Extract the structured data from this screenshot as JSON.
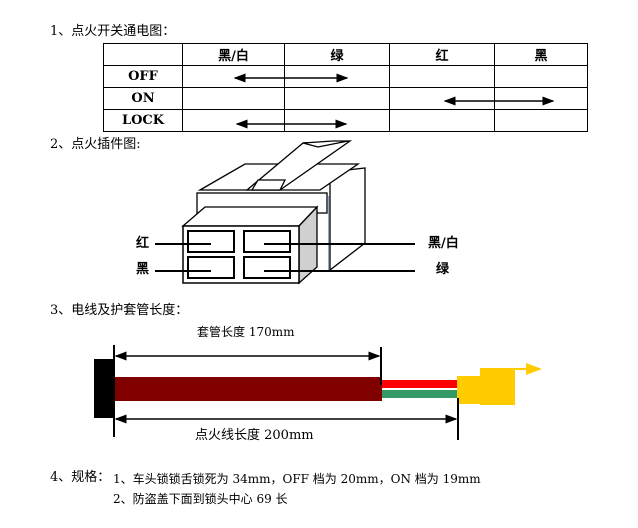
{
  "section1": {
    "heading": "1、点火开关通电图：",
    "columns": [
      "",
      "黑/白",
      "绿",
      "红",
      "黑"
    ],
    "rows": [
      "OFF",
      "ON",
      "LOCK"
    ]
  },
  "section2": {
    "heading": "2、点火插件图:",
    "labels": {
      "red": "红",
      "black": "黑",
      "black_white": "黑/白",
      "green": "绿"
    }
  },
  "section3": {
    "heading": "3、电线及护套管长度：",
    "sleeve_label": "套管长度 170mm",
    "wire_label": "点火线长度 200mm",
    "colors": {
      "sleeve": "#800000",
      "red_wire": "#ff0000",
      "green_wire": "#339966",
      "plug": "#ffcc00"
    }
  },
  "section4": {
    "heading": "4、规格：",
    "items": [
      "1、车头锁锁舌锁死为 34mm，OFF 档为 20mm，ON 档为 19mm",
      "2、防盗盖下面到锁头中心 69 长"
    ]
  }
}
